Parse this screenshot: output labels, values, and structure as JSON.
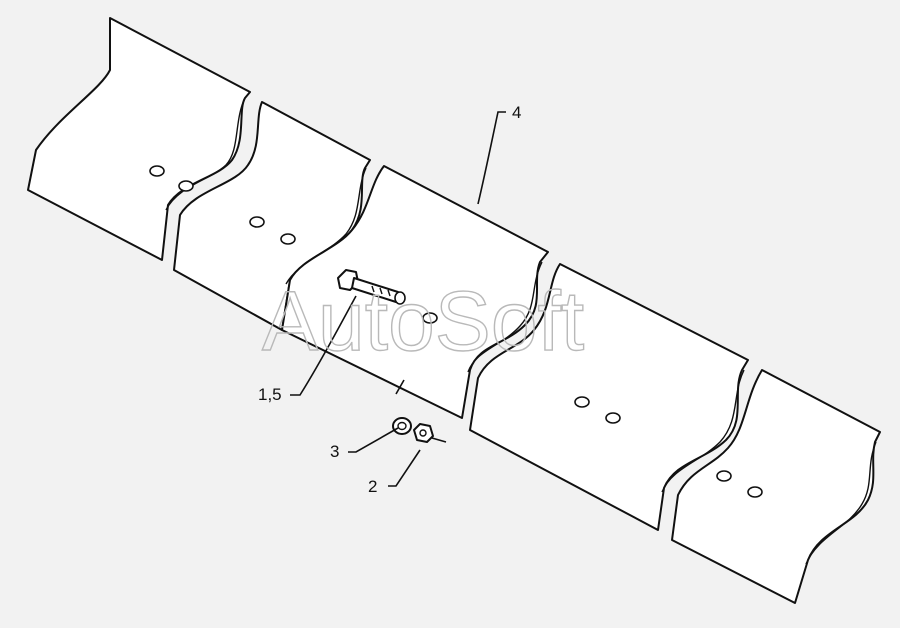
{
  "callouts": {
    "bolt_label": "1,5",
    "nut_label": "2",
    "washer_label": "3",
    "cutting_edge_label": "4"
  },
  "watermark": {
    "text": "AutoSoft"
  },
  "colors": {
    "background": "#f2f2f2",
    "line": "#111111",
    "watermark": "#b9b9b9"
  },
  "icons": {
    "bolt": "bolt-icon",
    "nut": "nut-icon",
    "washer": "washer-icon"
  }
}
